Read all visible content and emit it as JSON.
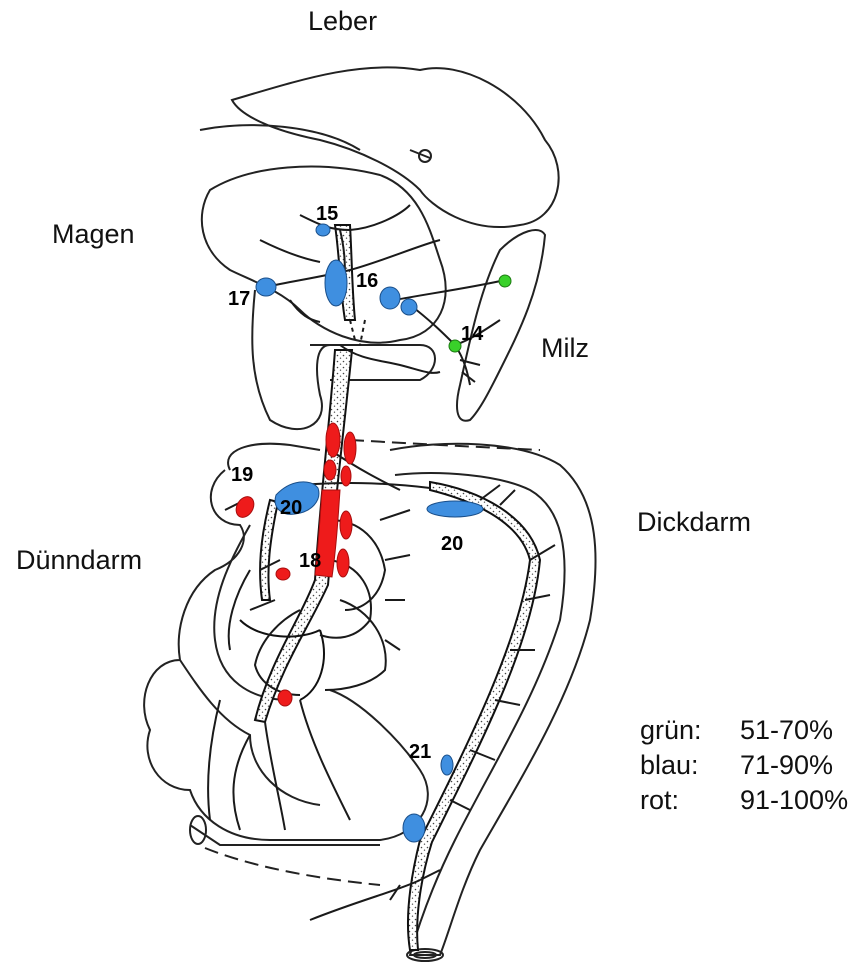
{
  "labels": {
    "liver": "Leber",
    "stomach": "Magen",
    "spleen": "Milz",
    "colon": "Dickdarm",
    "small_intestine": "Dünndarm"
  },
  "node_numbers": {
    "n14": "14",
    "n15": "15",
    "n16": "16",
    "n17": "17",
    "n18": "18",
    "n19": "19",
    "n20a": "20",
    "n20b": "20",
    "n21": "21"
  },
  "legend": [
    {
      "name": "grün:",
      "range": "51-70%",
      "color": "#39d12a"
    },
    {
      "name": "blau:",
      "range": "71-90%",
      "color": "#3f8fe0"
    },
    {
      "name": "rot:",
      "range": "91-100%",
      "color": "#ee1b1b"
    }
  ],
  "colors": {
    "green": "#39d12a",
    "blue": "#3f8fe0",
    "red": "#ee1b1b",
    "outline": "#222222",
    "vessel": "#1a1a1a"
  }
}
